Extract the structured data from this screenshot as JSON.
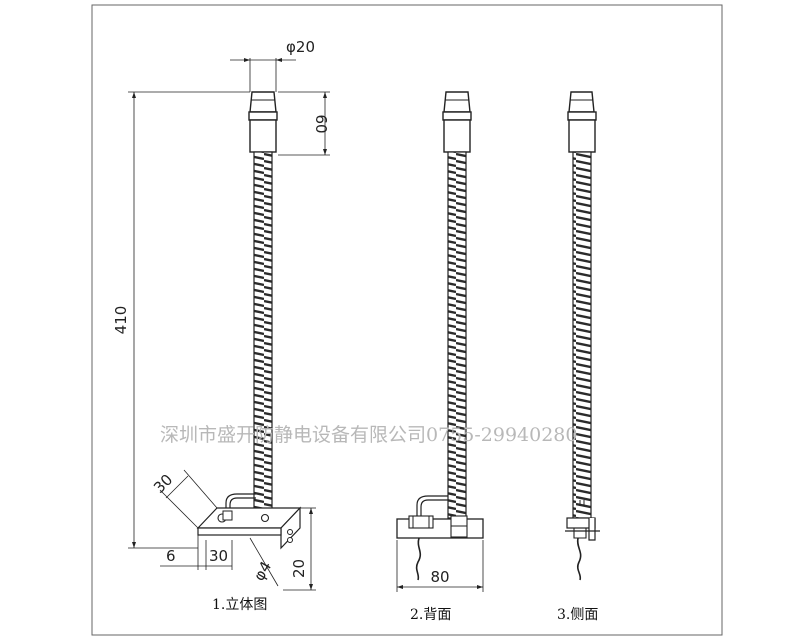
{
  "dimensions": {
    "diameter": "φ20",
    "nozzle_length": "60",
    "total_length": "410",
    "bracket_angle_len": "30",
    "base_offset": "6",
    "base_width": "30",
    "hole": "φ4",
    "bracket_height": "20",
    "back_width": "80"
  },
  "captions": {
    "iso": "1.立体图",
    "back": "2.背面",
    "side": "3.侧面"
  },
  "watermark": "深圳市盛开防静电设备有限公司0755-29940280",
  "colors": {
    "line": "#2a2a2a",
    "watermark": "#b8b8b8"
  }
}
